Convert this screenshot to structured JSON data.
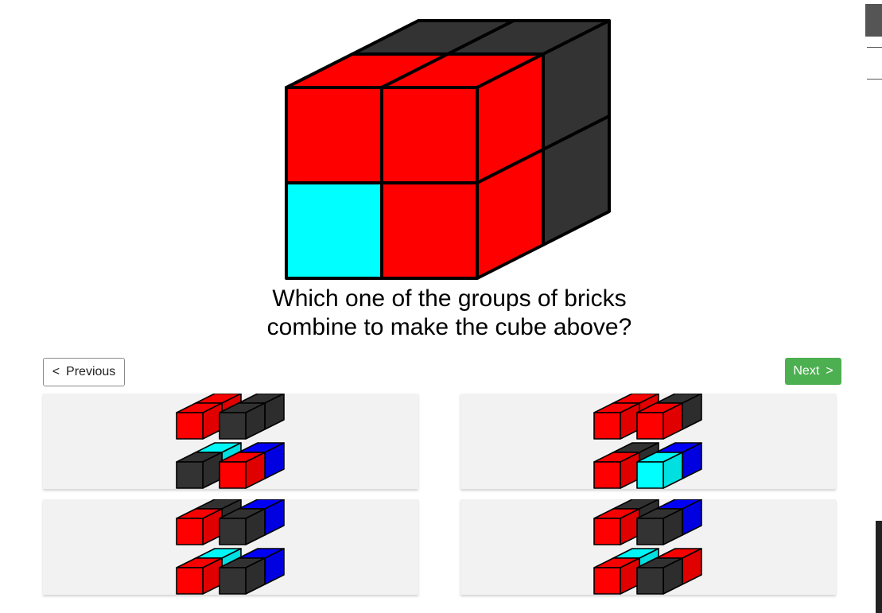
{
  "question": {
    "line1": "Which one of the groups of bricks",
    "line2": "combine to make the cube above?"
  },
  "nav": {
    "prev_icon": "<",
    "prev_label": "Previous",
    "next_label": "Next",
    "next_icon": ">"
  },
  "colors": {
    "red": "#ff0000",
    "black": "#333333",
    "cyan": "#00ffff",
    "blue": "#0000ff",
    "next_button": "#4caf50",
    "option_bg": "#f2f2f2"
  },
  "puzzle_cube": {
    "front_faces": [
      [
        "red",
        "red"
      ],
      [
        "cyan",
        "red"
      ]
    ],
    "top_faces": [
      [
        "red",
        "red"
      ],
      [
        "black",
        "black"
      ]
    ],
    "right_faces": [
      [
        "red",
        "black"
      ],
      [
        "red",
        "black"
      ]
    ]
  },
  "options": [
    {
      "id": "a",
      "bricks": [
        {
          "front": "red",
          "back": "red"
        },
        {
          "front": "black",
          "back": "black"
        },
        {
          "front": "black",
          "back": "cyan"
        },
        {
          "front": "red",
          "back": "blue"
        }
      ]
    },
    {
      "id": "b",
      "bricks": [
        {
          "front": "red",
          "back": "red"
        },
        {
          "front": "red",
          "back": "black"
        },
        {
          "front": "red",
          "back": "black"
        },
        {
          "front": "cyan",
          "back": "blue"
        }
      ]
    },
    {
      "id": "c",
      "bricks": [
        {
          "front": "red",
          "back": "black"
        },
        {
          "front": "black",
          "back": "blue"
        },
        {
          "front": "red",
          "back": "cyan"
        },
        {
          "front": "black",
          "back": "blue"
        }
      ]
    },
    {
      "id": "d",
      "bricks": [
        {
          "front": "red",
          "back": "black"
        },
        {
          "front": "black",
          "back": "blue"
        },
        {
          "front": "red",
          "back": "cyan"
        },
        {
          "front": "black",
          "back": "red"
        }
      ]
    }
  ]
}
